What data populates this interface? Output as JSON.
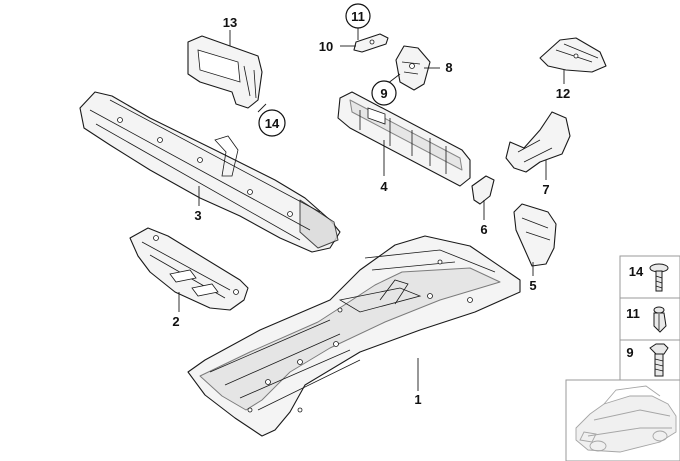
{
  "callouts": {
    "p1": "1",
    "p2": "2",
    "p3": "3",
    "p4": "4",
    "p5": "5",
    "p6": "6",
    "p7": "7",
    "p8": "8",
    "p9": "9",
    "p10": "10",
    "p11": "11",
    "p12": "12",
    "p13": "13",
    "p14": "14"
  },
  "fasteners": [
    {
      "label": "14",
      "icon": "flat-head-screw-icon"
    },
    {
      "label": "11",
      "icon": "expanding-rivet-icon"
    },
    {
      "label": "9",
      "icon": "hex-bolt-icon"
    }
  ],
  "reference_car": {
    "icon": "sedan-outline-icon"
  }
}
